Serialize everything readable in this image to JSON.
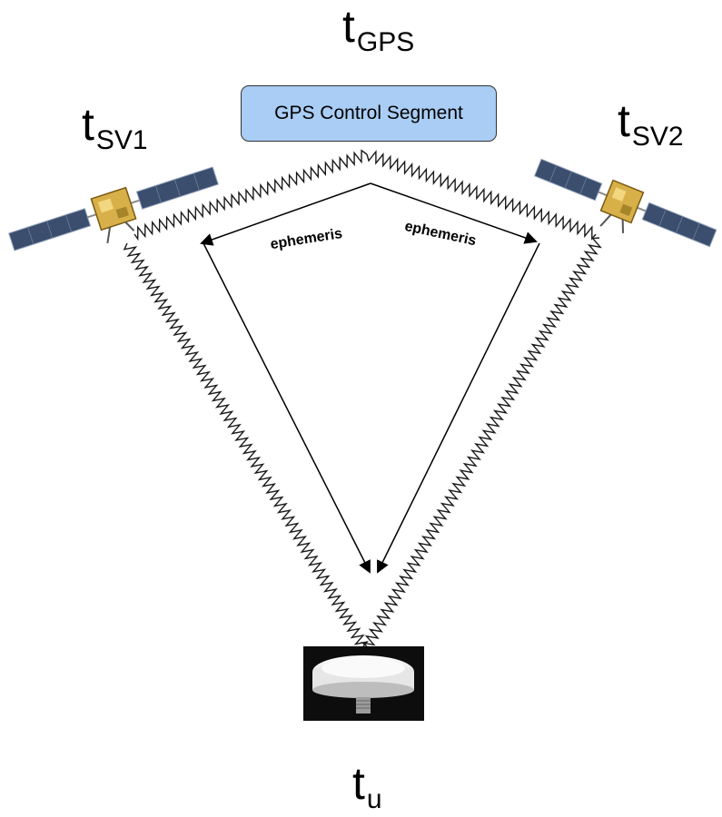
{
  "labels": {
    "gps_time": {
      "symbol": "t",
      "sub": "GPS"
    },
    "sv1_time": {
      "symbol": "t",
      "sub": "SV1"
    },
    "sv2_time": {
      "symbol": "t",
      "sub": "SV2"
    },
    "user_time": {
      "symbol": "t",
      "sub": "u"
    }
  },
  "control_segment": {
    "label": "GPS Control Segment",
    "color": "#a9cdf4"
  },
  "arrows": {
    "left_label": "ephemeris",
    "right_label": "ephemeris"
  },
  "icons": [
    "satellite-icon",
    "satellite-icon",
    "gps-antenna-icon"
  ]
}
